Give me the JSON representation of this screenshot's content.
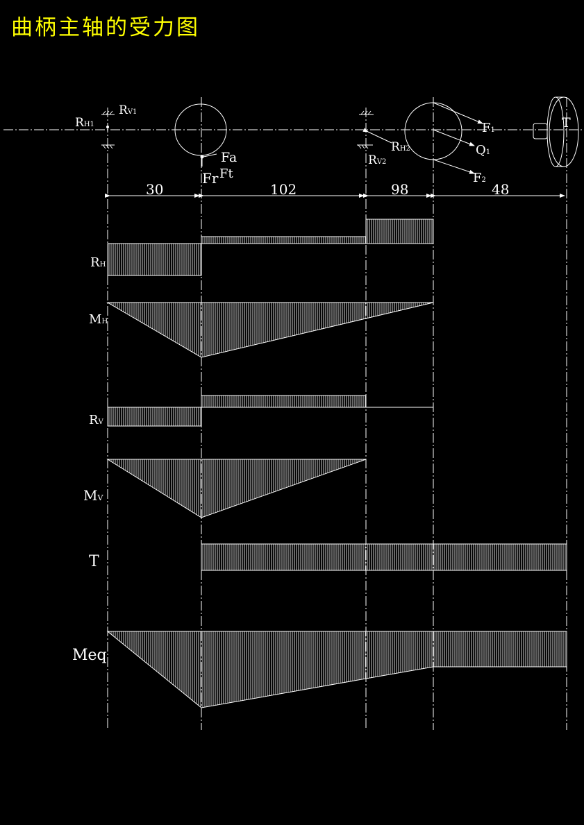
{
  "title": "曲柄主轴的受力图",
  "segments": [
    30,
    102,
    98,
    48
  ],
  "labels": {
    "rh1": "R",
    "rh1_sub": "H1",
    "rv1": "R",
    "rv1_sub": "V1",
    "rh2": "R",
    "rh2_sub": "H2",
    "rv2": "R",
    "rv2_sub": "V2",
    "fa": "Fa",
    "ft": "Ft",
    "fr": "Fr",
    "f1": "F",
    "f1_sub": "1",
    "q1": "Q",
    "q1_sub": "1",
    "f2": "F",
    "f2_sub": "2",
    "t_top": "T",
    "rh": "R",
    "rh_sub": "H",
    "mh": "M",
    "mh_sub": "H",
    "rv": "R",
    "rv_sub": "V",
    "mv": "M",
    "mv_sub": "V",
    "t": "T",
    "meq": "Meq"
  },
  "color": {
    "title": "#ffff00",
    "line": "#ffffff",
    "bg": "#000000"
  }
}
